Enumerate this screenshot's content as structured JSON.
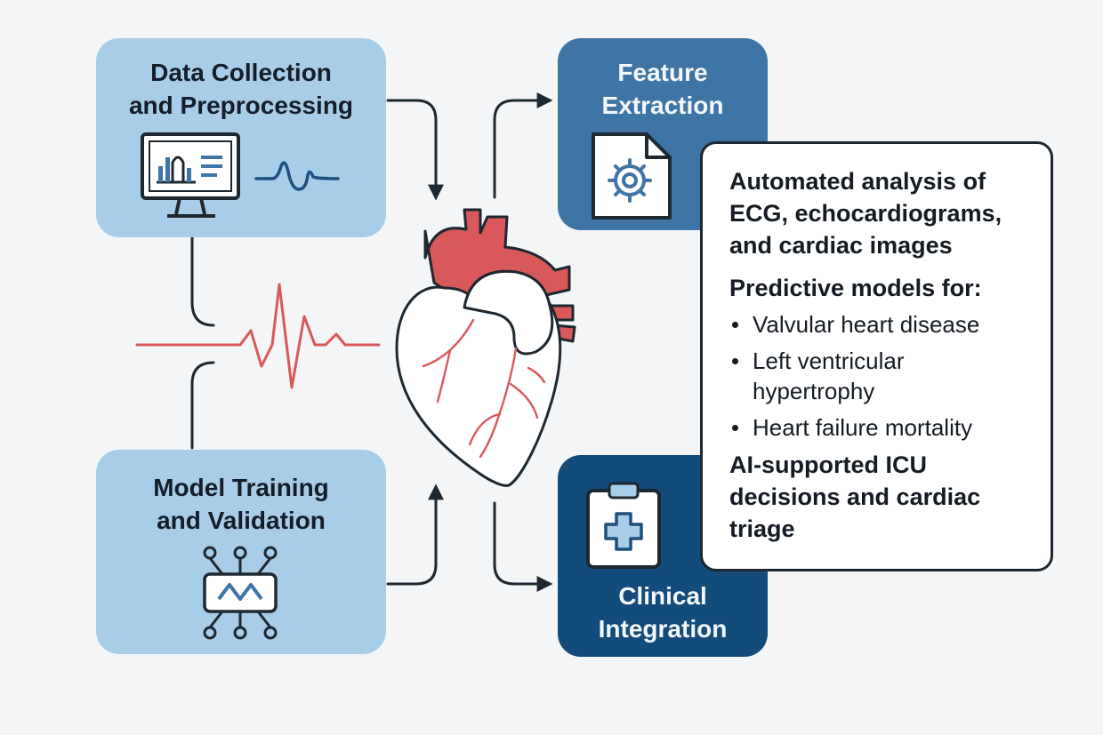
{
  "steps": {
    "data_collection": "Data Collection\nand Preprocessing",
    "feature_extraction": "Feature\nExtraction",
    "model_training": "Model Training\nand Validation",
    "clinical_integration": "Clinical\nIntegration"
  },
  "info_panel": {
    "heading": "Automated analysis of ECG, echocardiograms, and cardiac images",
    "predictive_heading": "Predictive models for:",
    "bullets": [
      "Valvular heart disease",
      "Left ventricular hypertrophy",
      "Heart failure mortality"
    ],
    "closing": "AI-supported ICU decisions and cardiac triage"
  },
  "icons": [
    "monitor-chart-icon",
    "waveform-icon",
    "document-gear-icon",
    "neural-network-icon",
    "clipboard-medical-icon",
    "heart-illustration",
    "ecg-line"
  ],
  "colors": {
    "light_box": "#a8cde8",
    "mid_box": "#3f75a4",
    "dark_box": "#134b7a",
    "accent_red": "#d9585a",
    "outline": "#1e2830"
  }
}
